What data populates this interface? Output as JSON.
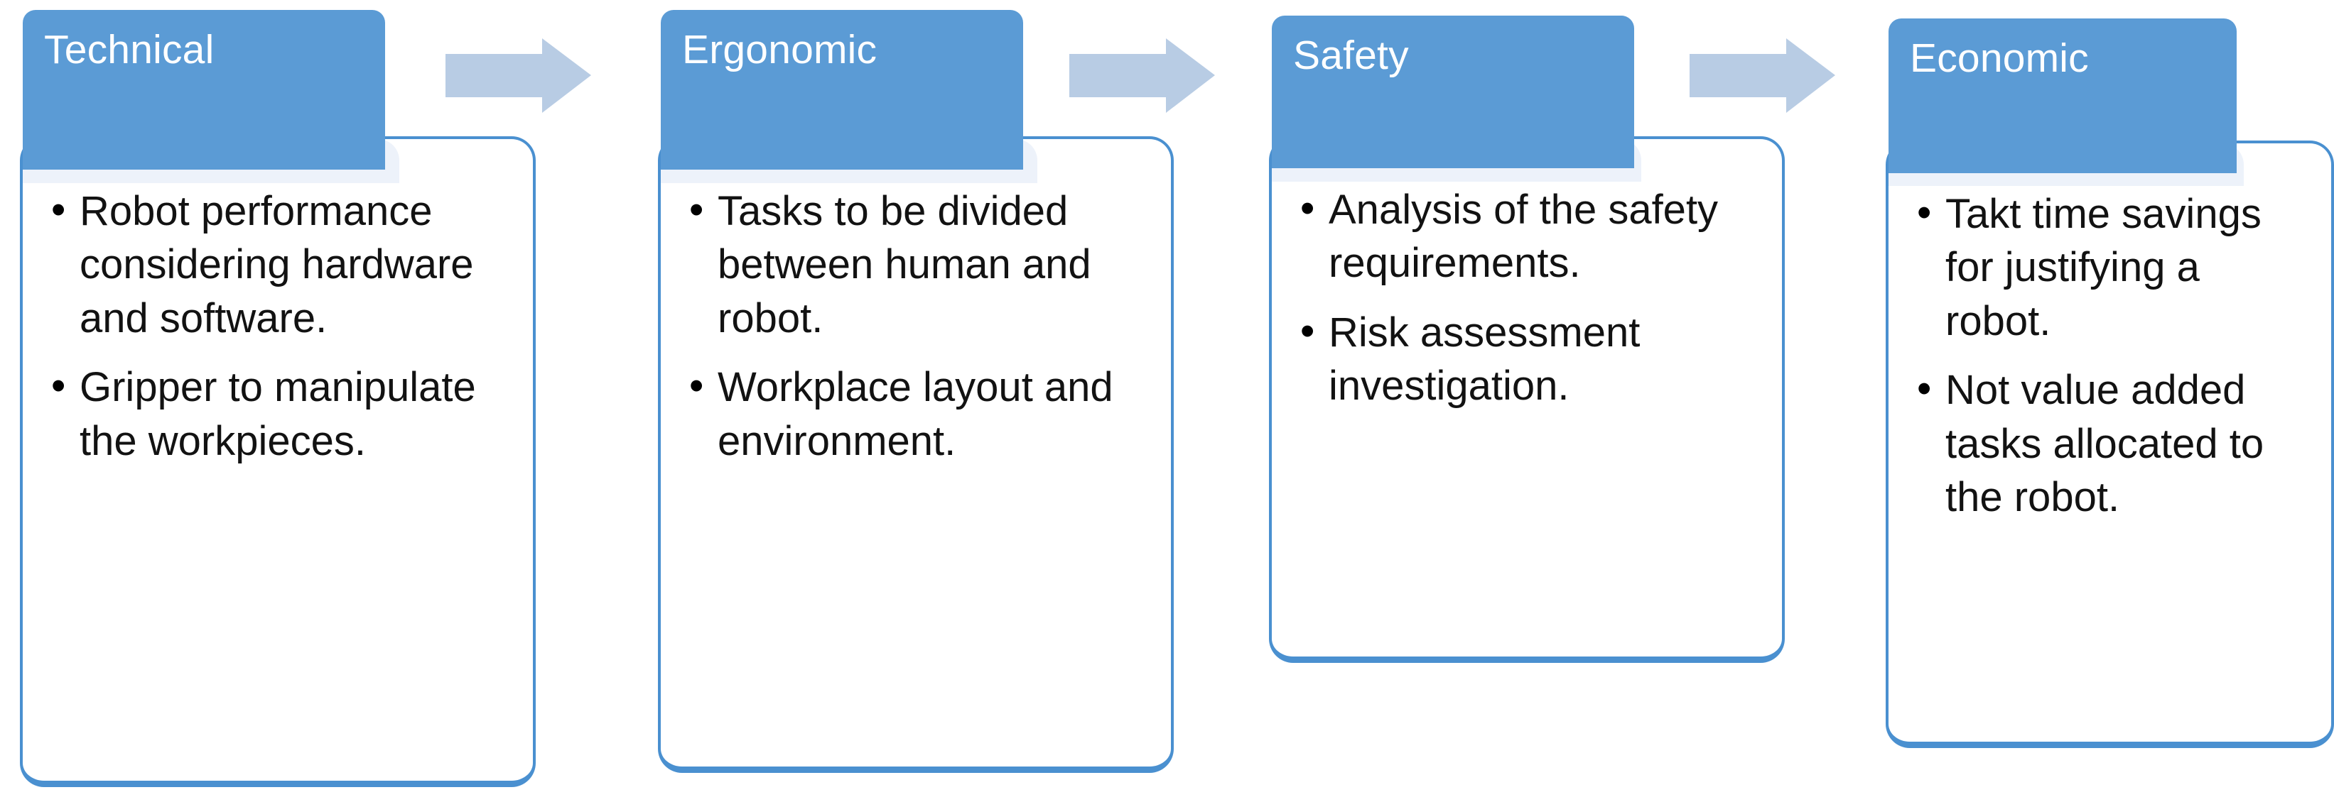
{
  "diagram": {
    "type": "process-flow",
    "orientation": "horizontal",
    "title": "",
    "colors": {
      "header_blue": "#5B9BD5",
      "border_blue": "#4A90D0",
      "arrow_blue": "#B8CCE4",
      "tint_blue": "#EDF2FA",
      "header_text": "#FFFFFF",
      "body_text": "#121212",
      "background": "#FFFFFF"
    },
    "steps": [
      {
        "id": "technical",
        "title": "Technical",
        "bullets": [
          "Robot performance considering hardware and software.",
          "Gripper to manipulate the workpieces."
        ]
      },
      {
        "id": "ergonomic",
        "title": "Ergonomic",
        "bullets": [
          "Tasks to be divided between human and robot.",
          "Workplace layout and environment."
        ]
      },
      {
        "id": "safety",
        "title": "Safety",
        "bullets": [
          "Analysis of the safety requirements.",
          "Risk assessment investigation."
        ]
      },
      {
        "id": "economic",
        "title": "Economic",
        "bullets": [
          "Takt time savings for justifying a robot.",
          "Not value added tasks allocated to the robot."
        ]
      }
    ],
    "connectors": [
      {
        "id": "arrow-technical-to-ergonomic",
        "from": "technical",
        "to": "ergonomic",
        "shape": "right-arrow"
      },
      {
        "id": "arrow-ergonomic-to-safety",
        "from": "ergonomic",
        "to": "safety",
        "shape": "right-arrow"
      },
      {
        "id": "arrow-safety-to-economic",
        "from": "safety",
        "to": "economic",
        "shape": "right-arrow"
      }
    ]
  }
}
